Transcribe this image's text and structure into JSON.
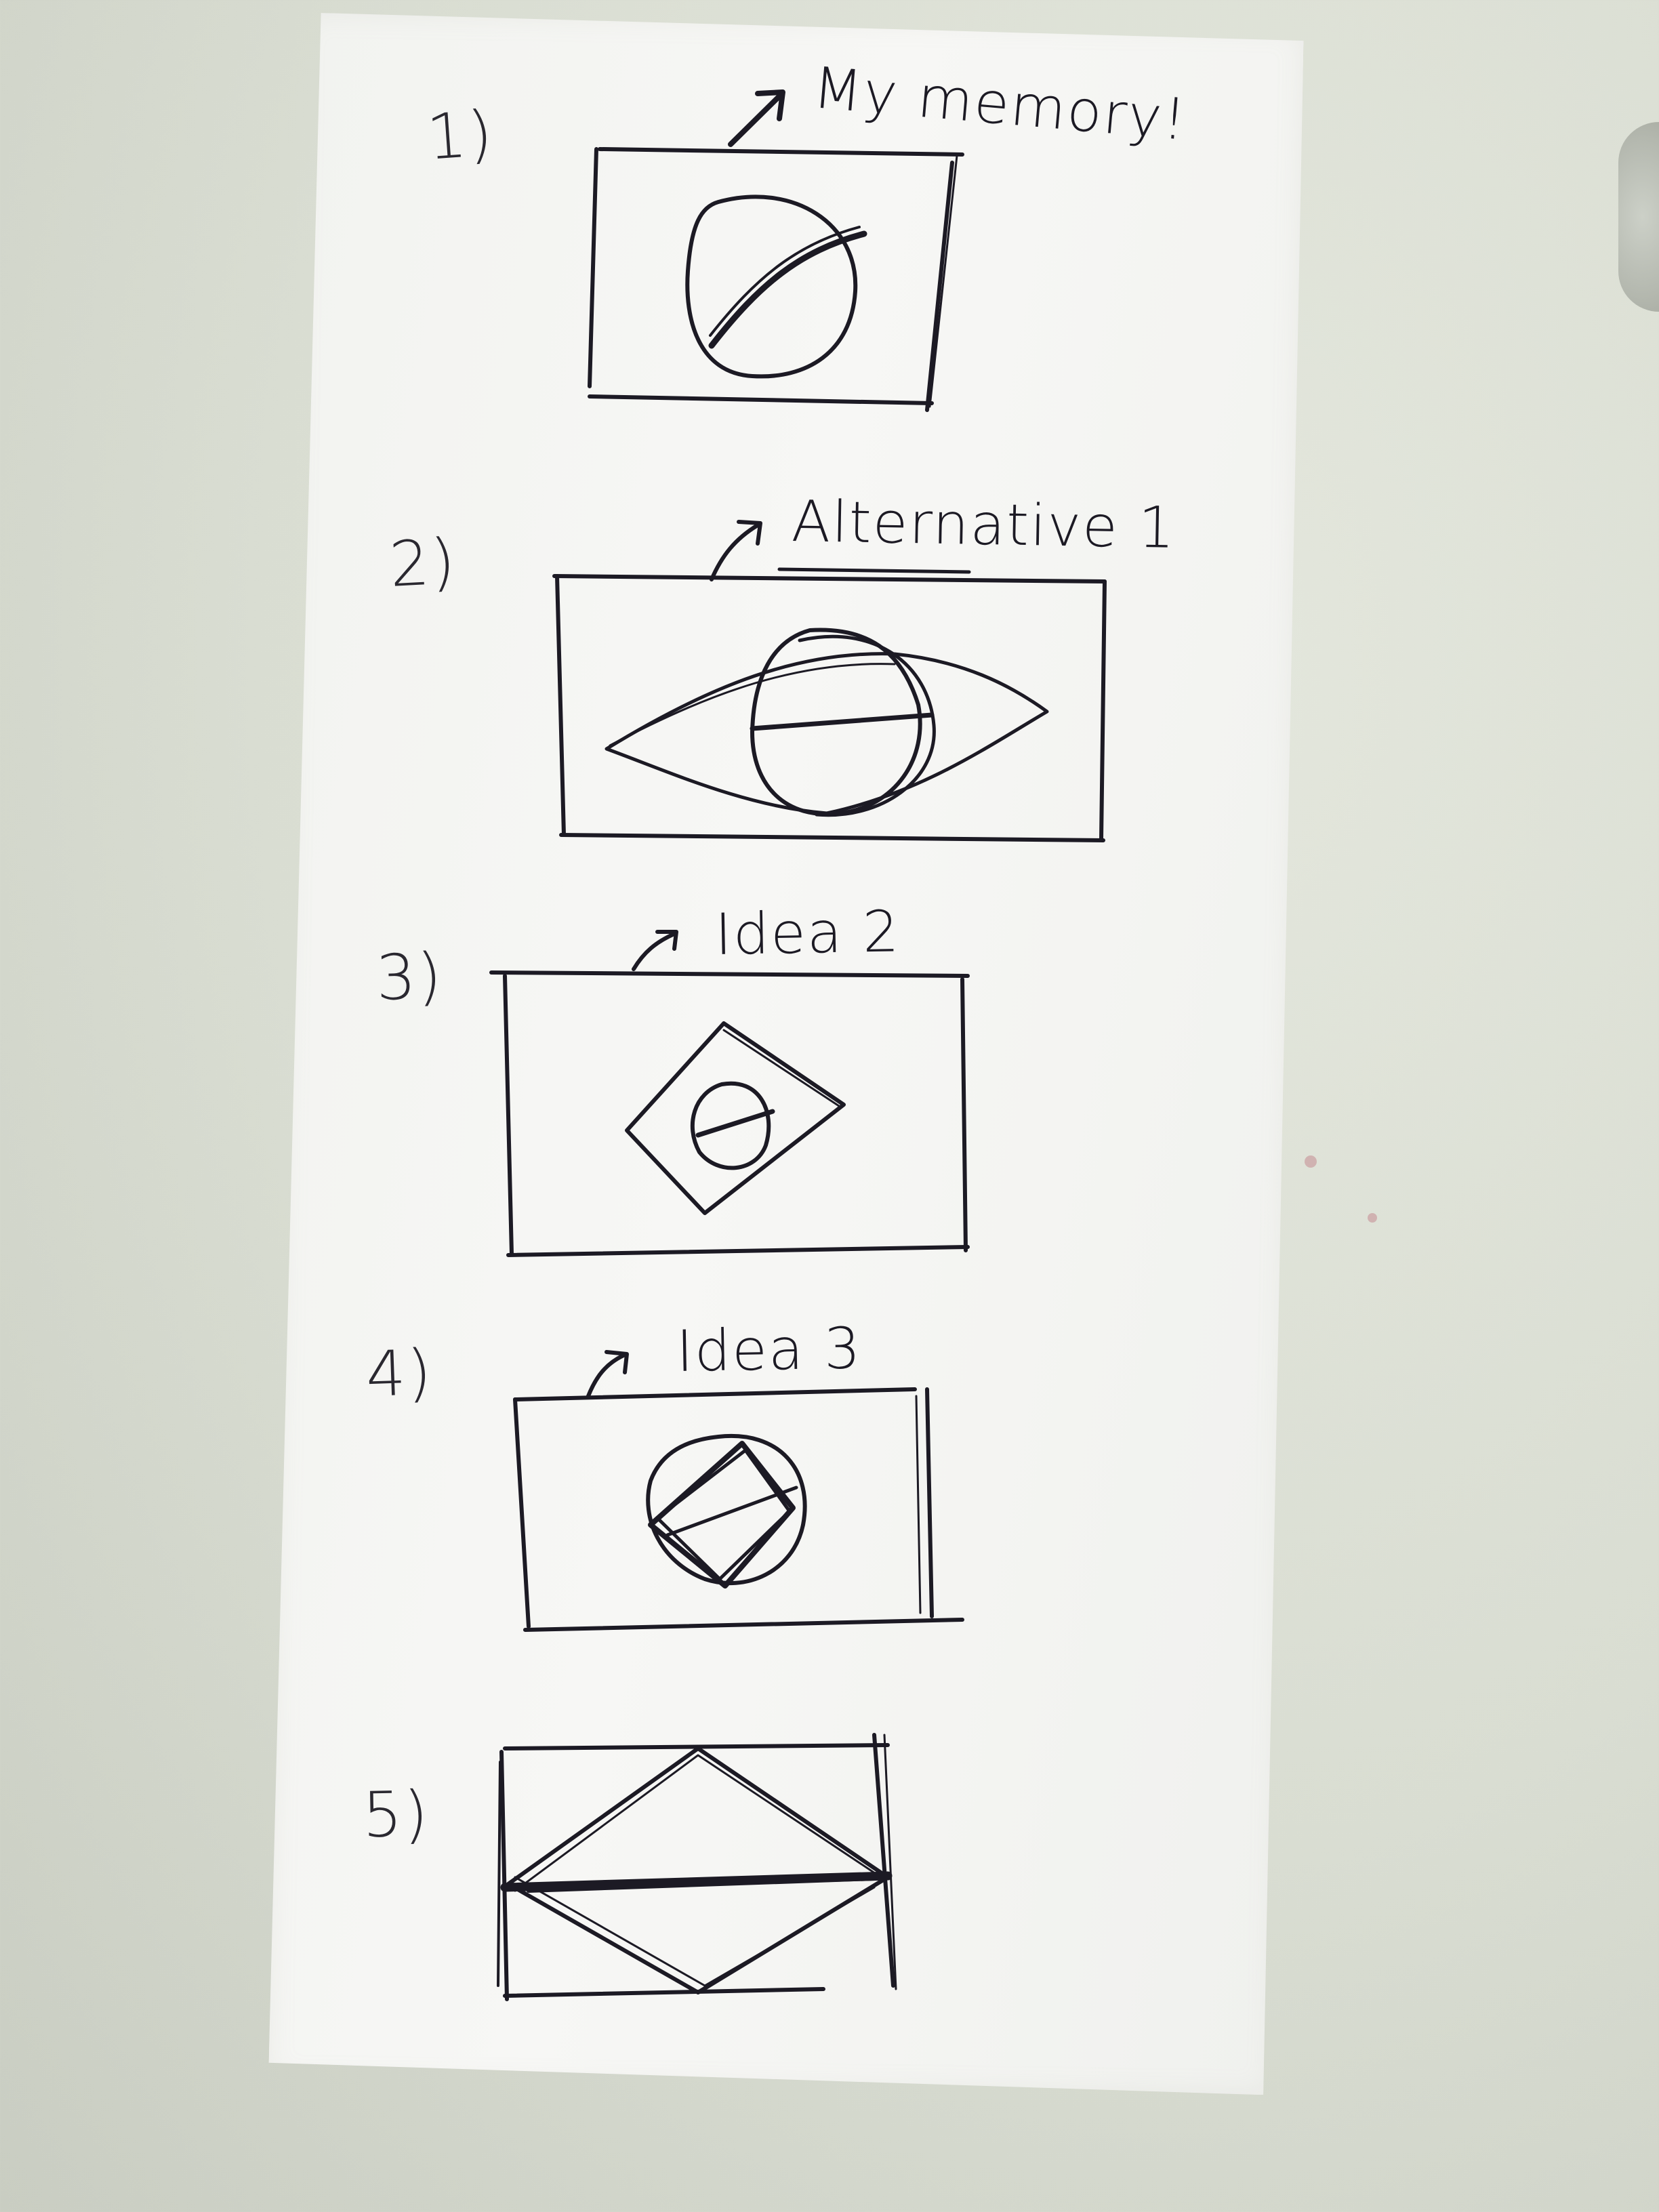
{
  "sketches": [
    {
      "number": "1)",
      "label": "My memory!"
    },
    {
      "number": "2)",
      "label": "Alternative 1"
    },
    {
      "number": "3)",
      "label": "Idea 2"
    },
    {
      "number": "4)",
      "label": "Idea 3"
    },
    {
      "number": "5)",
      "label": ""
    }
  ],
  "colors": {
    "wall": "#d9ddd2",
    "paper": "#f5f5f3",
    "ink": "#1c1a24"
  }
}
